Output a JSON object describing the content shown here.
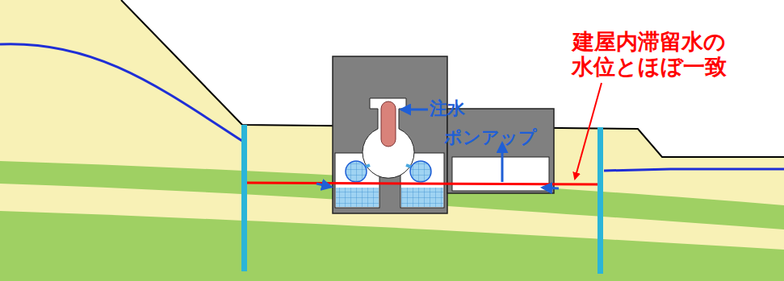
{
  "diagram": {
    "labels": [
      "注水",
      "ポンアップ",
      "建屋内滞留水の 水位とほぼ一致"
    ]
  }
}
